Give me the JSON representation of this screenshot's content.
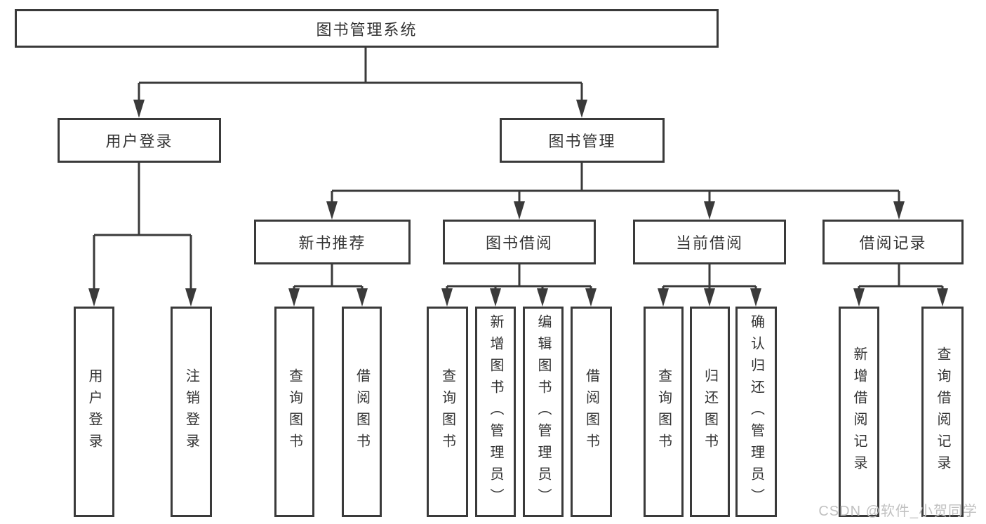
{
  "diagram_type": "functional-structure-tree",
  "colors": {
    "line": "#3a3a3a",
    "box_border": "#3a3a3a",
    "box_fill": "#ffffff",
    "text": "#333333",
    "background": "#ffffff",
    "watermark": "#c1c1c1"
  },
  "watermark": {
    "text": "CSDN @软件_小贺同学"
  },
  "tree": {
    "root": {
      "label": "图书管理系统"
    },
    "branches": {
      "user_login": {
        "label": "用户登录",
        "leaves": {
          "login": {
            "label": "用户登录"
          },
          "logout": {
            "label": "注销登录"
          }
        }
      },
      "book_management": {
        "label": "图书管理",
        "sections": {
          "new_book_recommend": {
            "label": "新书推荐",
            "leaves": {
              "query_book": {
                "label": "查询图书"
              },
              "borrow_book": {
                "label": "借阅图书"
              }
            }
          },
          "book_borrowing": {
            "label": "图书借阅",
            "leaves": {
              "query_book": {
                "label": "查询图书"
              },
              "add_book_admin": {
                "label": "新增图书（管理员）"
              },
              "edit_book_admin": {
                "label": "编辑图书（管理员）"
              },
              "borrow_book": {
                "label": "借阅图书"
              }
            }
          },
          "current_borrowing": {
            "label": "当前借阅",
            "leaves": {
              "query_book": {
                "label": "查询图书"
              },
              "return_book": {
                "label": "归还图书"
              },
              "confirm_return_admin": {
                "label": "确认归还（管理员）"
              }
            }
          },
          "borrow_records": {
            "label": "借阅记录",
            "leaves": {
              "add_record": {
                "label": "新增借阅记录"
              },
              "query_record": {
                "label": "查询借阅记录"
              }
            }
          }
        }
      }
    }
  }
}
